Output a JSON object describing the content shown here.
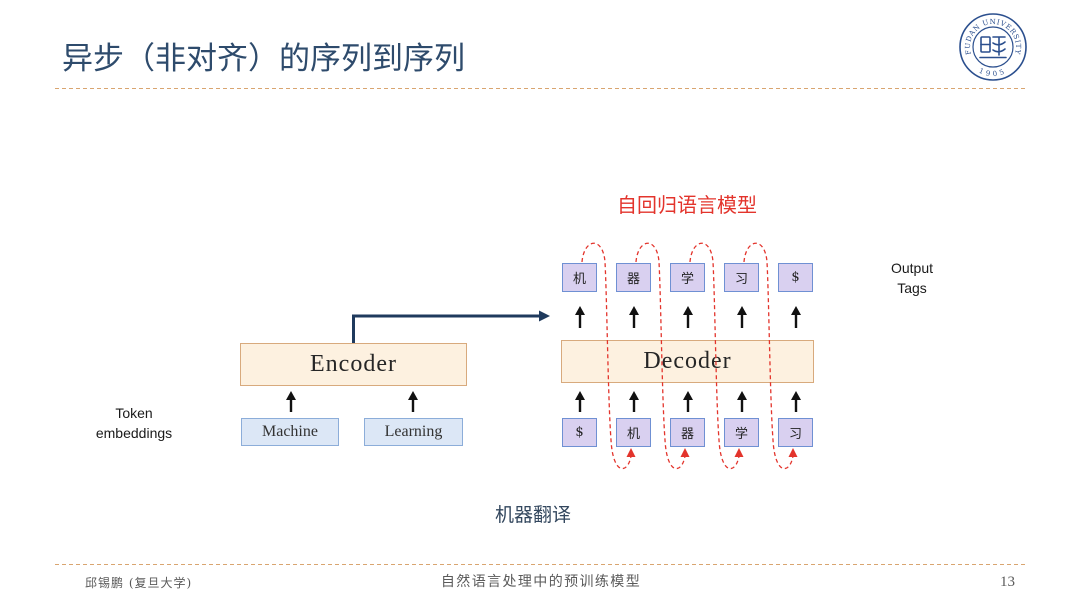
{
  "slide": {
    "title": "异步（非对齐）的序列到序列"
  },
  "logo": {
    "name": "FUDAN UNIVERSITY",
    "year": "1905"
  },
  "diagram": {
    "decoder_annotation": "自回归语言模型",
    "output_label": [
      "Output",
      "Tags"
    ],
    "input_label": [
      "Token",
      "embeddings"
    ],
    "encoder": {
      "label": "Encoder",
      "inputs": [
        "Machine",
        "Learning"
      ]
    },
    "decoder": {
      "label": "Decoder",
      "inputs": [
        "$",
        "机",
        "器",
        "学",
        "习"
      ],
      "outputs": [
        "机",
        "器",
        "学",
        "习",
        "$"
      ]
    },
    "caption": "机器翻译"
  },
  "footer": {
    "author": "邱锡鹏 (复旦大学)",
    "course": "自然语言处理中的预训练模型",
    "page_number": "13"
  },
  "theme": {
    "title_color": "#2e4b6c",
    "rule_color": "#d9a570",
    "logo_color": "#2b4f8e",
    "annotation_color": "#e3342c",
    "block_fill": "#fdf1e0",
    "block_border": "#d8aa7d",
    "token_fill": "#dce7f6",
    "token_border": "#8cadd9",
    "tag_fill": "#d9d0f0",
    "tag_border": "#6f90d3",
    "connector_color": "#1f3a5d",
    "arrow_color": "#111111",
    "caption_color": "#33475e",
    "footer_color": "#5a5a5a"
  }
}
